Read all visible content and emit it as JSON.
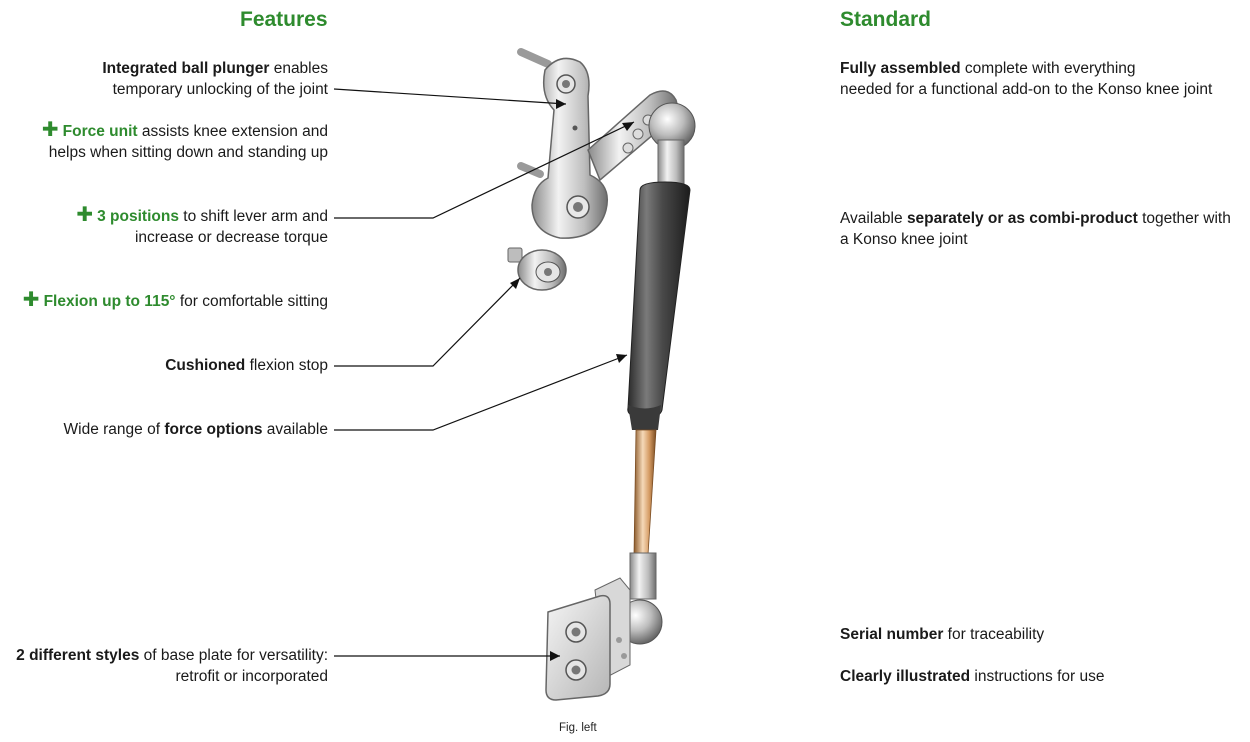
{
  "features": {
    "heading": "Features",
    "items": [
      {
        "bold": "Integrated ball plunger",
        "rest1": " enables",
        "line2": "temporary unlocking of the joint"
      },
      {
        "green": "Force unit",
        "rest1": " assists knee extension and",
        "line2": "helps when sitting down and standing up"
      },
      {
        "green": "3 positions",
        "rest1": " to shift lever arm and",
        "line2": "increase or decrease torque"
      },
      {
        "green": "Flexion up to 115°",
        "rest1": " for comfortable sitting"
      },
      {
        "bold": "Cushioned",
        "rest1": " flexion stop"
      },
      {
        "pre": "Wide range of ",
        "bold": "force options",
        "rest1": " available"
      },
      {
        "bold": "2 different styles",
        "rest1": " of base plate for versatility:",
        "line2": "retrofit or incorporated"
      }
    ]
  },
  "standard": {
    "heading": "Standard",
    "items": [
      {
        "bold": "Fully assembled",
        "rest1": " complete with everything",
        "line2": "needed for a functional add-on to the Konso knee joint"
      },
      {
        "pre": "Available ",
        "bold": "separately or as combi-product",
        "rest1": " together with",
        "line2": "a Konso knee joint"
      },
      {
        "bold": "Serial number",
        "rest1": " for traceability"
      },
      {
        "bold": "Clearly illustrated",
        "rest1": " instructions for use"
      }
    ]
  },
  "plus_symbol": "✚",
  "caption": "Fig. left",
  "colors": {
    "accent_green": "#2e8b2e",
    "text": "#1a1a1a"
  }
}
